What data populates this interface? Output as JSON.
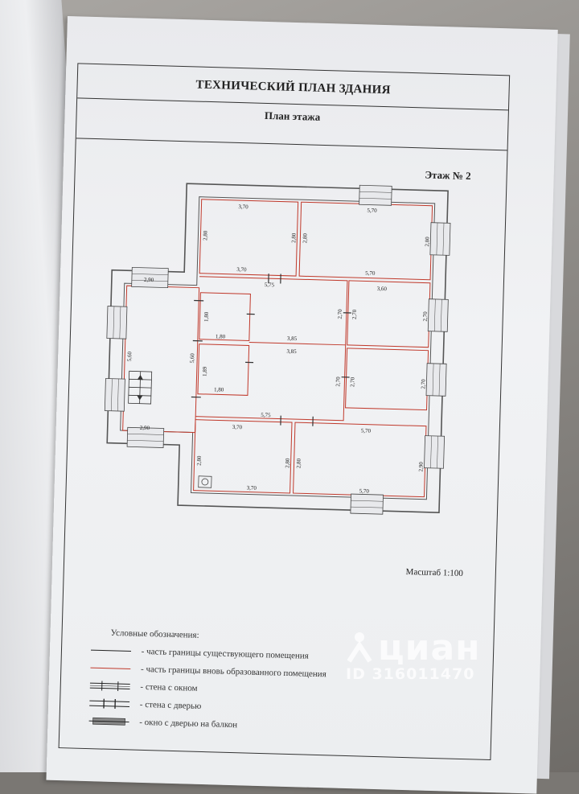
{
  "document": {
    "title": "ТЕХНИЧЕСКИЙ ПЛАН ЗДАНИЯ",
    "subtitle": "План этажа",
    "floor": "Этаж № 2",
    "scale": "Масштаб 1:100"
  },
  "plan": {
    "labels": {
      "r1_top": "3,70",
      "r1_bottom": "3,70",
      "r1_left": "2,80",
      "r1_right": "2,80",
      "r2_top": "5,70",
      "r2_bottom": "5,70",
      "r2_left": "2,80",
      "r2_right": "2,80",
      "hall_top": "2,90",
      "hall_bottom": "2,90",
      "hall_left": "5,60",
      "hall_right": "5,60",
      "corr_top": "5,75",
      "corr_bottom": "5,75",
      "corr_mid1": "3,85",
      "corr_mid2": "3,85",
      "s1_w": "1,80",
      "s1_h": "1,80",
      "s2_w": "1,80",
      "s2_h": "1,89",
      "r3_top": "3,60",
      "r3_left": "2,70",
      "r3_right": "2,70",
      "r4_left": "2,70",
      "r4_right": "2,70",
      "r5_top": "3,70",
      "r5_bottom": "3,70",
      "r5_left": "2,80",
      "r5_right": "2,80",
      "r6_top": "5,70",
      "r6_bottom": "5,70",
      "r6_left": "2,80",
      "r6_right": "2,90"
    }
  },
  "legend": {
    "title": "Условные обозначения:",
    "items": [
      "- часть границы существующего помещения",
      "- часть границы вновь образованного помещения",
      "- стена с окном",
      "- стена с дверью",
      "- окно с дверью на балкон"
    ]
  },
  "watermark": {
    "brand": "циан",
    "id": "ID 316011470"
  },
  "colors": {
    "wall": "#555555",
    "room_border": "#c0392b"
  }
}
